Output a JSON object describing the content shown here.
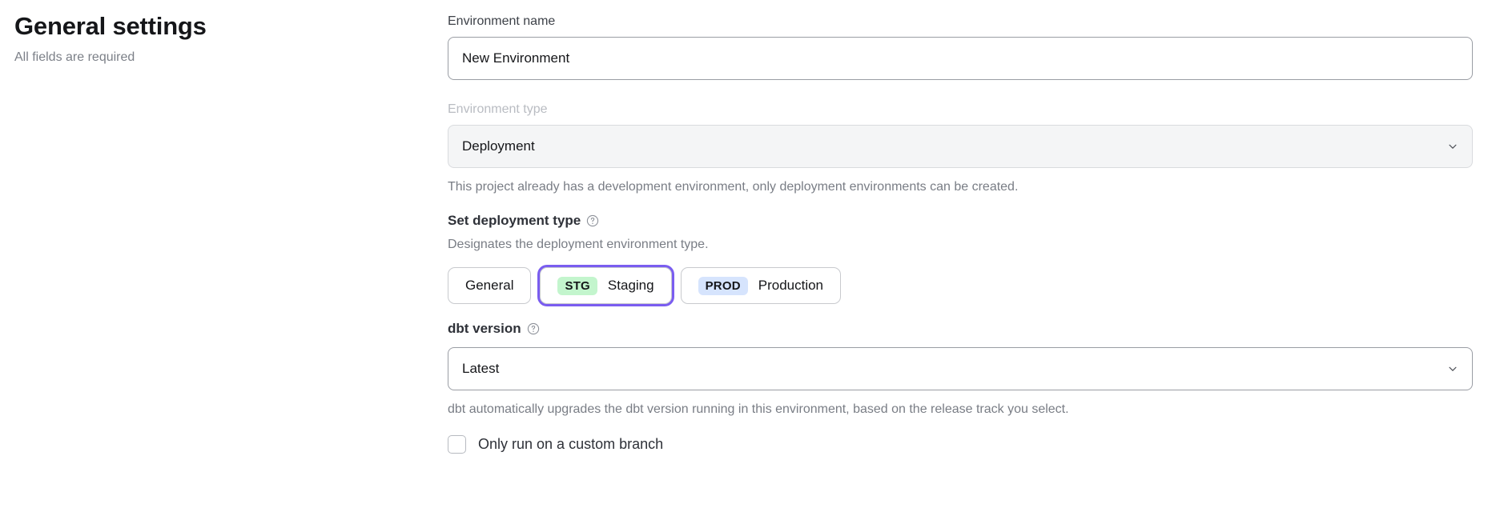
{
  "header": {
    "title": "General settings",
    "subtitle": "All fields are required"
  },
  "form": {
    "environment_name": {
      "label": "Environment name",
      "value": "New Environment",
      "placeholder": "Environment name"
    },
    "environment_type": {
      "label": "Environment type",
      "value": "Deployment",
      "chevron_icon": "chevron-down-icon",
      "help_text": "This project already has a development environment, only deployment environments can be created.",
      "disabled": true
    },
    "deployment_type": {
      "heading": "Set deployment type",
      "help_icon": "help-circle-icon",
      "description": "Designates the deployment environment type.",
      "options": [
        {
          "tag": "",
          "label": "General",
          "selected": false,
          "tag_color": ""
        },
        {
          "tag": "STG",
          "label": "Staging",
          "selected": true,
          "tag_color": "#c3f5cd"
        },
        {
          "tag": "PROD",
          "label": "Production",
          "selected": false,
          "tag_color": "#d6e4fd"
        }
      ],
      "selected_outline_color": "#7a5df0"
    },
    "dbt_version": {
      "heading": "dbt version",
      "help_icon": "help-circle-icon",
      "value": "Latest",
      "chevron_icon": "chevron-down-icon",
      "help_text": "dbt automatically upgrades the dbt version running in this environment, based on the release track you select."
    },
    "custom_branch": {
      "label": "Only run on a custom branch",
      "checked": false
    }
  }
}
